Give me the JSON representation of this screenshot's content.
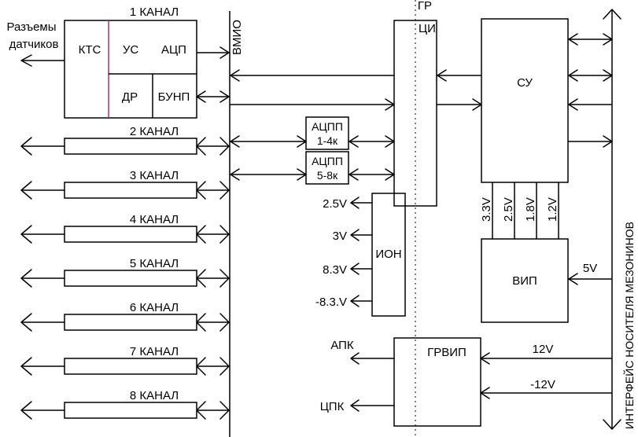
{
  "sensors_label": [
    "Разъемы",
    "датчиков"
  ],
  "channel1": {
    "title": "1 КАНАЛ",
    "kts": "КТС",
    "us": "УС",
    "adc": "АЦП",
    "dr": "ДР",
    "bunp": "БУНП"
  },
  "channels": [
    "2 КАНАЛ",
    "3 КАНАЛ",
    "4 КАНАЛ",
    "5 КАНАЛ",
    "6 КАНАЛ",
    "7 КАНАЛ",
    "8 КАНАЛ"
  ],
  "vmio": "ВМИО",
  "gr": "ГР",
  "ci": "ЦИ",
  "acpp": [
    [
      "АЦПП",
      "1-4к"
    ],
    [
      "АЦПП",
      "5-8к"
    ]
  ],
  "ion": {
    "label": "ИОН",
    "voltages": [
      "2.5V",
      "3V",
      "8.3V",
      "-8.3.V"
    ]
  },
  "su": "СУ",
  "vip": {
    "label": "ВИП",
    "rails": [
      "3.3V",
      "2.5V",
      "1.8V",
      "1.2V"
    ],
    "out": "5V"
  },
  "grvip": {
    "label": "ГРВИП",
    "outputs": [
      "АПК",
      "ЦПК"
    ],
    "rails": [
      "12V",
      "-12V"
    ]
  },
  "interface": "ИНТЕРФЕЙС НОСИТЕЛЯ МЕЗОНИНОВ",
  "accent": {
    "divider": "#b03060",
    "line": "#000000",
    "background": "#ffffff"
  }
}
